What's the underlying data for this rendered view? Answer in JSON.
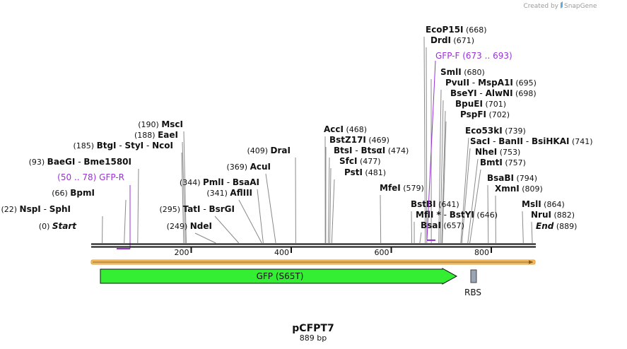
{
  "credit": {
    "prefix": "Created by",
    "brand": "SnapGene"
  },
  "plasmid": {
    "name": "pCFPT7",
    "length_label": "889 bp",
    "length_bp": 889
  },
  "axis": {
    "ticks": [
      {
        "bp": 200,
        "label": "200"
      },
      {
        "bp": 400,
        "label": "400"
      },
      {
        "bp": 600,
        "label": "600"
      },
      {
        "bp": 800,
        "label": "800"
      }
    ]
  },
  "features": [
    {
      "name": "GFP (S65T)",
      "label": "GFP (S65T)",
      "start": 20,
      "end": 748,
      "type": "cds-arrow",
      "color": "#33ee33"
    },
    {
      "name": "RBS",
      "label": "RBS",
      "start": 760,
      "end": 771,
      "type": "rbs",
      "color": "#9aa5b3"
    }
  ],
  "primers": [
    {
      "label": "GFP-F",
      "range": "(673 .. 693)",
      "start": 673,
      "end": 693,
      "color": "#9b30d9"
    },
    {
      "label": "GFP-R",
      "range": "(50 .. 78)",
      "start": 50,
      "end": 78,
      "color": "#9b30d9"
    }
  ],
  "sites": [
    {
      "id": "start",
      "text": "Start",
      "pos": "(0)",
      "bp": 0,
      "italic": true
    },
    {
      "id": "nspi",
      "text": "NspI",
      "text2": "SphI",
      "pos": "(22)",
      "bp": 22
    },
    {
      "id": "bpmi",
      "text": "BpmI",
      "pos": "(66)",
      "bp": 66
    },
    {
      "id": "baegi",
      "text": "BaeGI",
      "text2": "Bme1580I",
      "pos": "(93)",
      "bp": 93
    },
    {
      "id": "btgi",
      "text": "BtgI",
      "text2": "StyI",
      "text3": "NcoI",
      "pos": "(185)",
      "bp": 185
    },
    {
      "id": "eaei",
      "text": "EaeI",
      "pos": "(188)",
      "bp": 188
    },
    {
      "id": "msci",
      "text": "MscI",
      "pos": "(190)",
      "bp": 190
    },
    {
      "id": "ndei",
      "text": "NdeI",
      "pos": "(249)",
      "bp": 249
    },
    {
      "id": "tati",
      "text": "TatI",
      "text2": "BsrGI",
      "pos": "(295)",
      "bp": 295
    },
    {
      "id": "afliii",
      "text": "AflIII",
      "pos": "(341)",
      "bp": 341
    },
    {
      "id": "pmli",
      "text": "PmlI",
      "text2": "BsaAI",
      "pos": "(344)",
      "bp": 344
    },
    {
      "id": "acui",
      "text": "AcuI",
      "pos": "(369)",
      "bp": 369
    },
    {
      "id": "drai",
      "text": "DraI",
      "pos": "(409)",
      "bp": 409
    },
    {
      "id": "acci",
      "text": "AccI",
      "pos": "(468)",
      "bp": 468
    },
    {
      "id": "bstz17i",
      "text": "BstZ17I",
      "pos": "(469)",
      "bp": 469
    },
    {
      "id": "btsi",
      "text": "BtsI",
      "text2": "BtsαI",
      "pos": "(474)",
      "bp": 474
    },
    {
      "id": "sfci",
      "text": "SfcI",
      "pos": "(477)",
      "bp": 477
    },
    {
      "id": "psti",
      "text": "PstI",
      "pos": "(481)",
      "bp": 481
    },
    {
      "id": "mfei",
      "text": "MfeI",
      "pos": "(579)",
      "bp": 579
    },
    {
      "id": "bstbi",
      "text": "BstBI",
      "pos": "(641)",
      "bp": 641
    },
    {
      "id": "mfli",
      "text": "MflI *",
      "text2": "BstYI",
      "pos": "(646)",
      "bp": 646
    },
    {
      "id": "bsai",
      "text": "BsaI",
      "pos": "(657)",
      "bp": 657
    },
    {
      "id": "ecop15i",
      "text": "EcoP15I",
      "pos": "(668)",
      "bp": 668
    },
    {
      "id": "drdi",
      "text": "DrdI",
      "pos": "(671)",
      "bp": 671
    },
    {
      "id": "smli",
      "text": "SmlI",
      "pos": "(680)",
      "bp": 680
    },
    {
      "id": "pvuii",
      "text": "PvuII",
      "text2": "MspA1I",
      "pos": "(695)",
      "bp": 695
    },
    {
      "id": "bseyi",
      "text": "BseYI",
      "text2": "AlwNI",
      "pos": "(698)",
      "bp": 698
    },
    {
      "id": "bpuei",
      "text": "BpuEI",
      "pos": "(701)",
      "bp": 701
    },
    {
      "id": "pspfi",
      "text": "PspFI",
      "pos": "(702)",
      "bp": 702
    },
    {
      "id": "eco53ki",
      "text": "Eco53kI",
      "pos": "(739)",
      "bp": 739
    },
    {
      "id": "saci",
      "text": "SacI",
      "text2": "BanII",
      "text3": "BsiHKAI",
      "pos": "(741)",
      "bp": 741
    },
    {
      "id": "nhei",
      "text": "NheI",
      "pos": "(753)",
      "bp": 753
    },
    {
      "id": "bmti",
      "text": "BmtI",
      "pos": "(757)",
      "bp": 757
    },
    {
      "id": "bsabi",
      "text": "BsaBI",
      "pos": "(794)",
      "bp": 794
    },
    {
      "id": "xmni",
      "text": "XmnI",
      "pos": "(809)",
      "bp": 809
    },
    {
      "id": "msli",
      "text": "MslI",
      "pos": "(864)",
      "bp": 864
    },
    {
      "id": "drui",
      "text": "NruI",
      "pos": "(882)",
      "bp": 882
    },
    {
      "id": "end",
      "text": "End",
      "pos": "(889)",
      "bp": 889,
      "italic": true
    }
  ]
}
